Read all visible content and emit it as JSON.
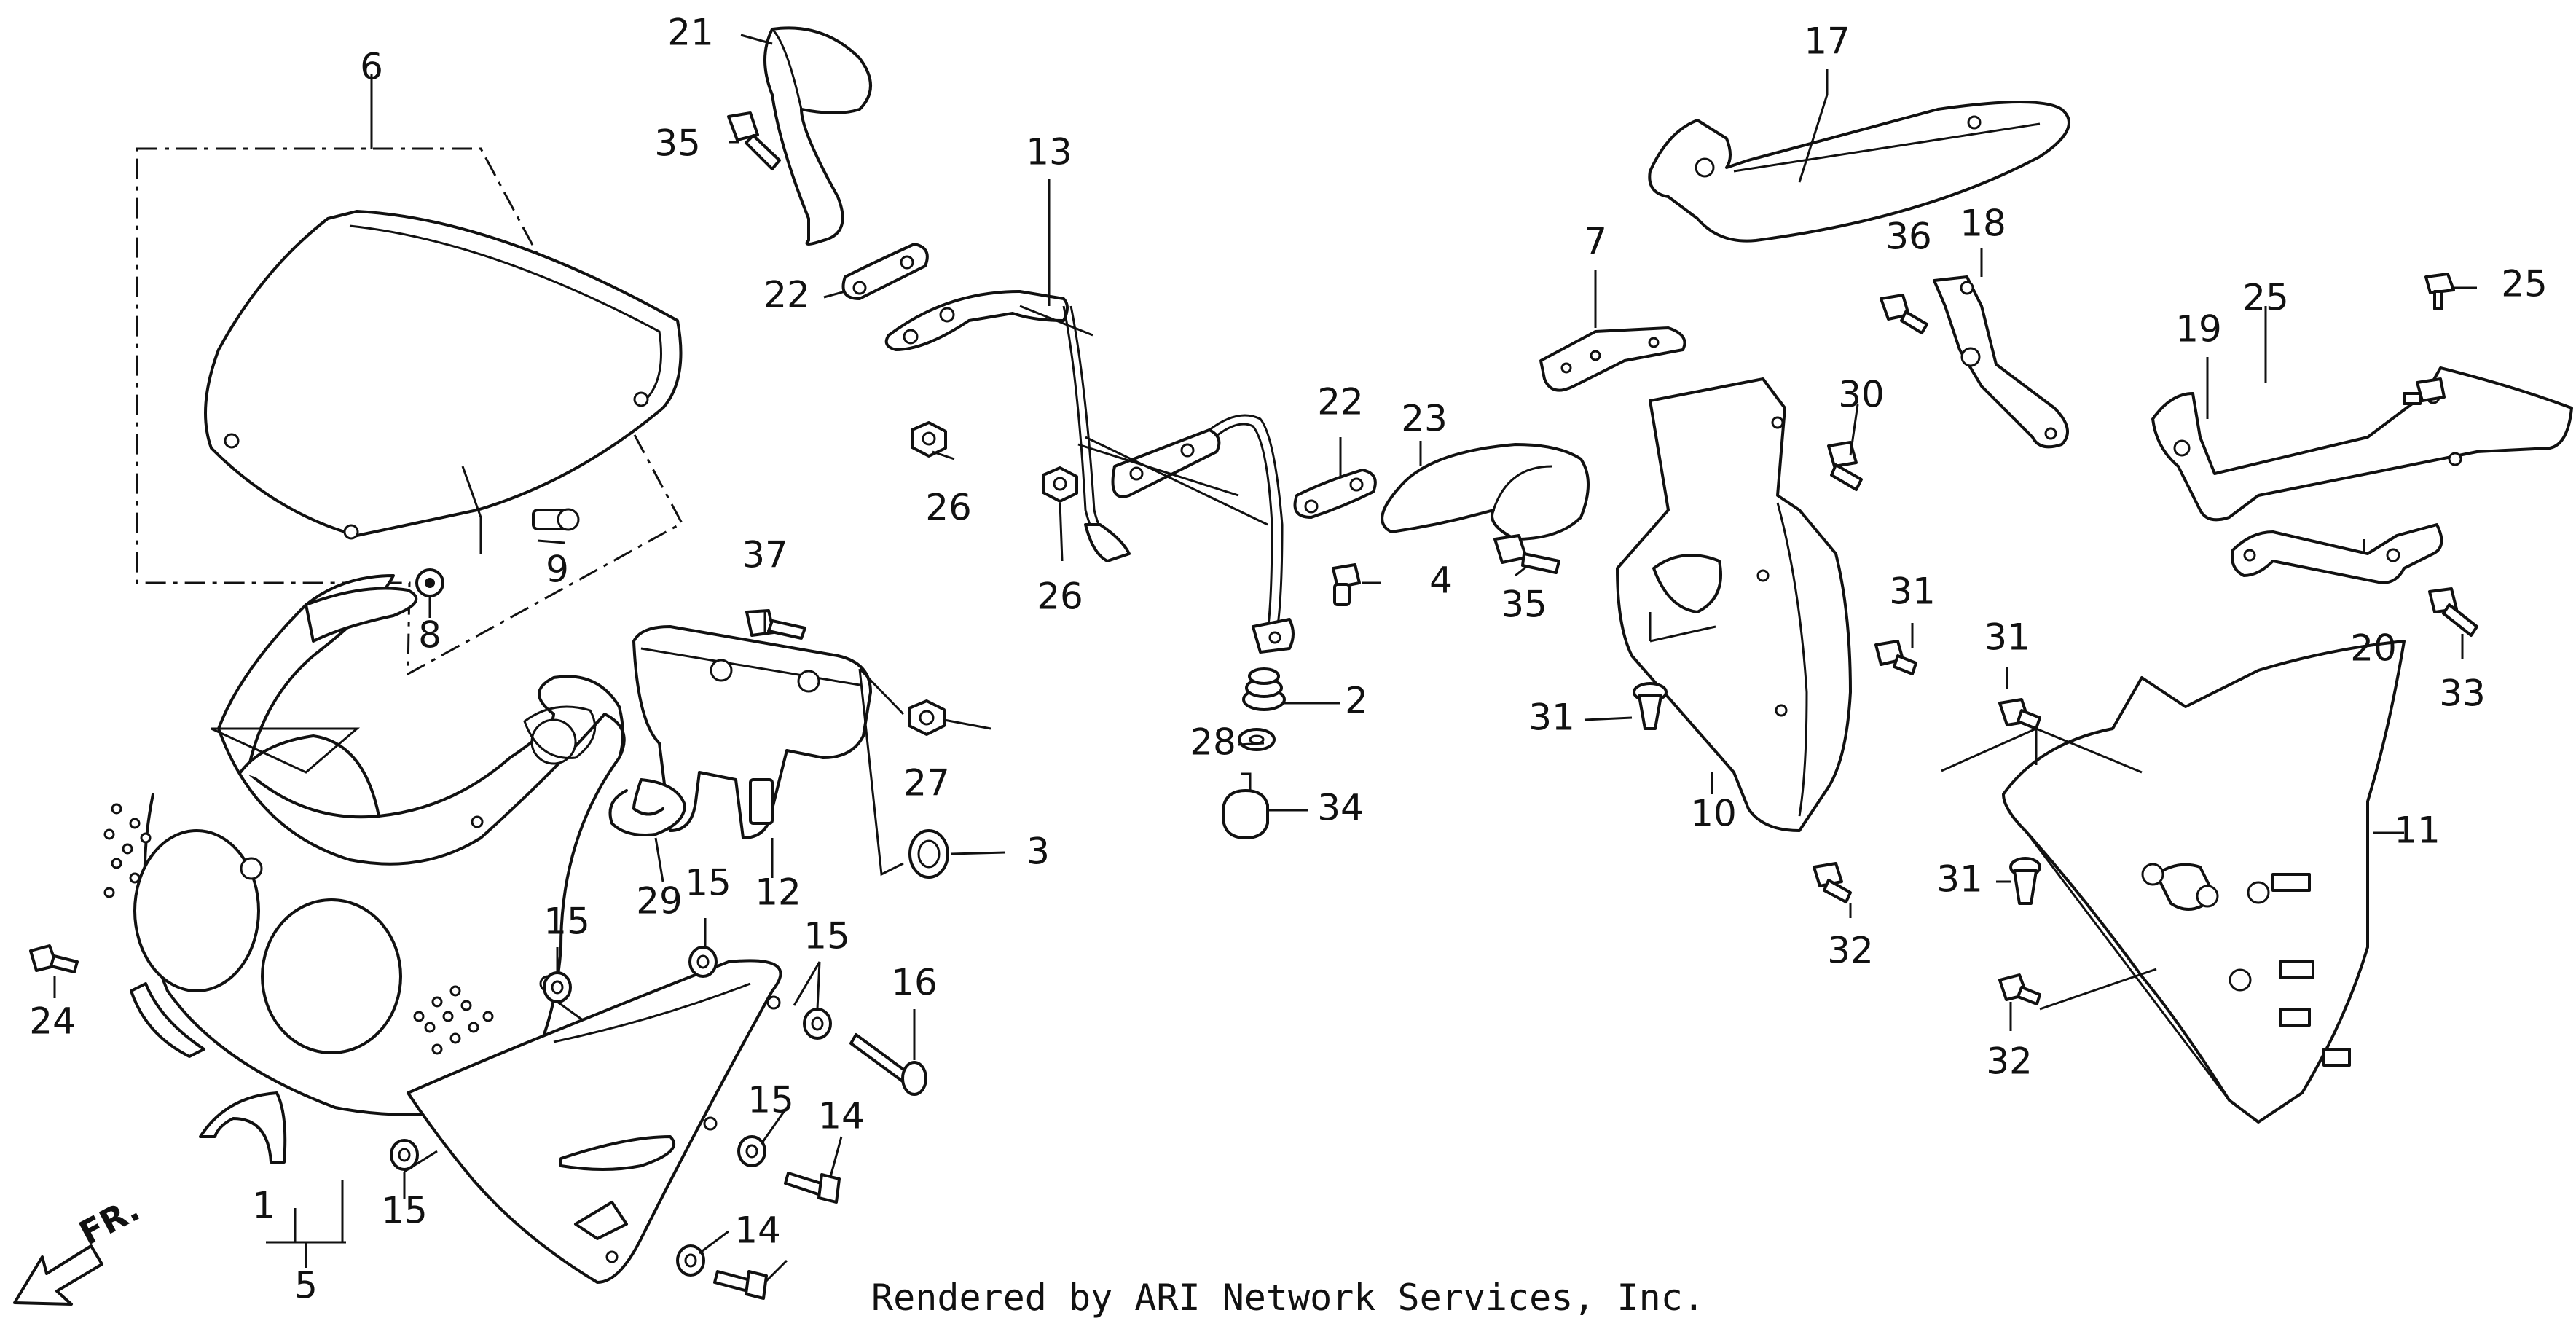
{
  "footer": {
    "credit": "Rendered by ARI Network Services, Inc."
  },
  "direction": {
    "label": "FR."
  },
  "callouts": [
    "1",
    "2",
    "3",
    "4",
    "5",
    "6",
    "7",
    "8",
    "9",
    "10",
    "11",
    "12",
    "13",
    "14",
    "14",
    "15",
    "15",
    "15",
    "15",
    "15",
    "16",
    "17",
    "18",
    "19",
    "20",
    "21",
    "22",
    "22",
    "23",
    "24",
    "25",
    "25",
    "26",
    "26",
    "27",
    "28",
    "29",
    "30",
    "31",
    "31",
    "31",
    "31",
    "32",
    "32",
    "33",
    "34",
    "35",
    "35",
    "36",
    "37"
  ]
}
